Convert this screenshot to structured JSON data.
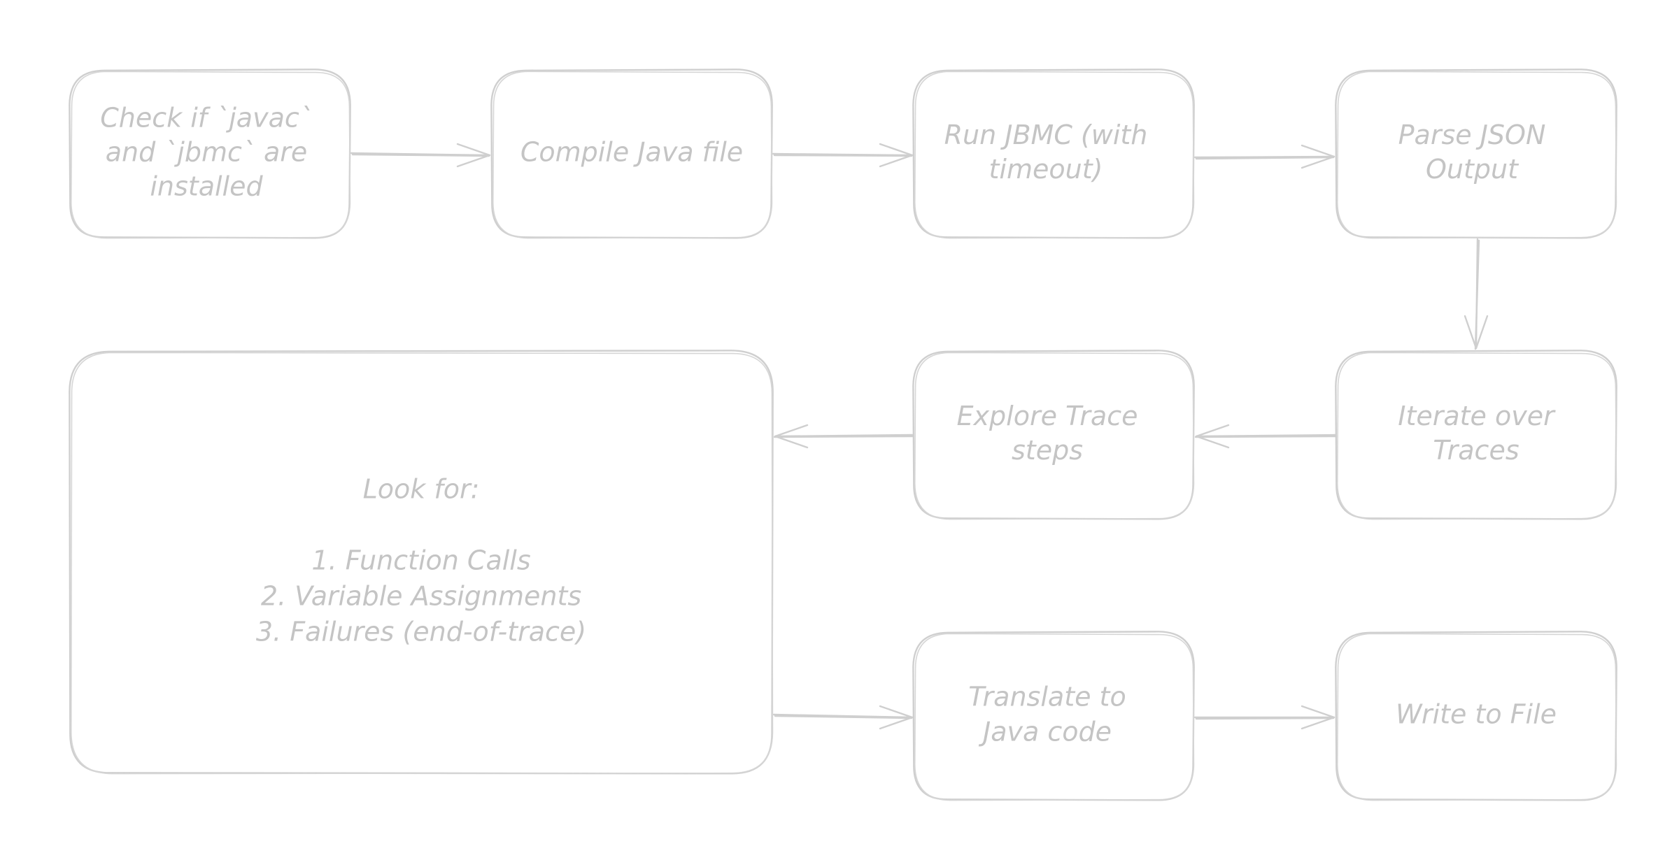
{
  "diagram": {
    "nodes": [
      {
        "id": "check-tools",
        "lines": [
          "Check if `javac`",
          "and `jbmc` are",
          "installed"
        ]
      },
      {
        "id": "compile-java",
        "lines": [
          "Compile Java file"
        ]
      },
      {
        "id": "run-jbmc",
        "lines": [
          "Run JBMC (with",
          "timeout)"
        ]
      },
      {
        "id": "parse-json",
        "lines": [
          "Parse JSON",
          "Output"
        ]
      },
      {
        "id": "iterate-traces",
        "lines": [
          "Iterate over",
          "Traces"
        ]
      },
      {
        "id": "explore-steps",
        "lines": [
          "Explore Trace",
          "steps"
        ]
      },
      {
        "id": "look-for",
        "lines": [
          "Look for:",
          "",
          "1. Function Calls",
          "2. Variable Assignments",
          "3. Failures (end-of-trace)"
        ]
      },
      {
        "id": "translate-java",
        "lines": [
          "Translate to",
          "Java code"
        ]
      },
      {
        "id": "write-file",
        "lines": [
          "Write to File"
        ]
      }
    ],
    "edges": [
      {
        "from": "check-tools",
        "to": "compile-java"
      },
      {
        "from": "compile-java",
        "to": "run-jbmc"
      },
      {
        "from": "run-jbmc",
        "to": "parse-json"
      },
      {
        "from": "parse-json",
        "to": "iterate-traces"
      },
      {
        "from": "iterate-traces",
        "to": "explore-steps"
      },
      {
        "from": "explore-steps",
        "to": "look-for"
      },
      {
        "from": "look-for",
        "to": "translate-java"
      },
      {
        "from": "translate-java",
        "to": "write-file"
      }
    ]
  }
}
